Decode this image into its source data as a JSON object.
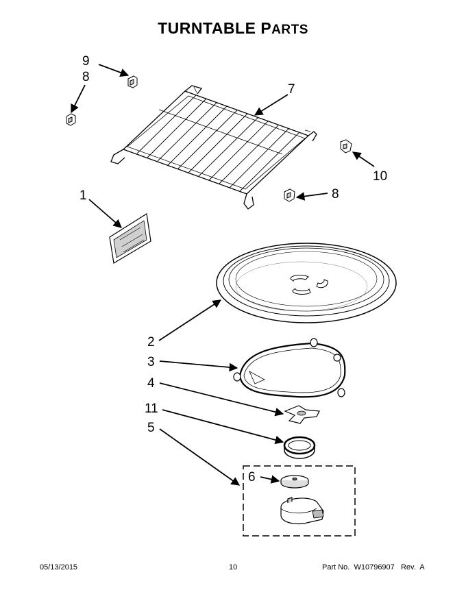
{
  "header": {
    "title_main": "TURNTABLE P",
    "title_small": "ARTS"
  },
  "callouts": {
    "c1": "1",
    "c2": "2",
    "c3": "3",
    "c4": "4",
    "c5": "5",
    "c6": "6",
    "c7": "7",
    "c8a": "8",
    "c8b": "8",
    "c9": "9",
    "c10": "10",
    "c11": "11"
  },
  "parts": [
    "rack-clip",
    "rack-clip",
    "wire-rack",
    "rack-support",
    "waveguide-cover",
    "turntable-tray",
    "roller-ring",
    "coupler",
    "seal-ring",
    "motor-cover",
    "turntable-motor"
  ],
  "footer": {
    "date": "05/13/2015",
    "page": "10",
    "part_no": "Part No.  W10796907   Rev.  A"
  }
}
